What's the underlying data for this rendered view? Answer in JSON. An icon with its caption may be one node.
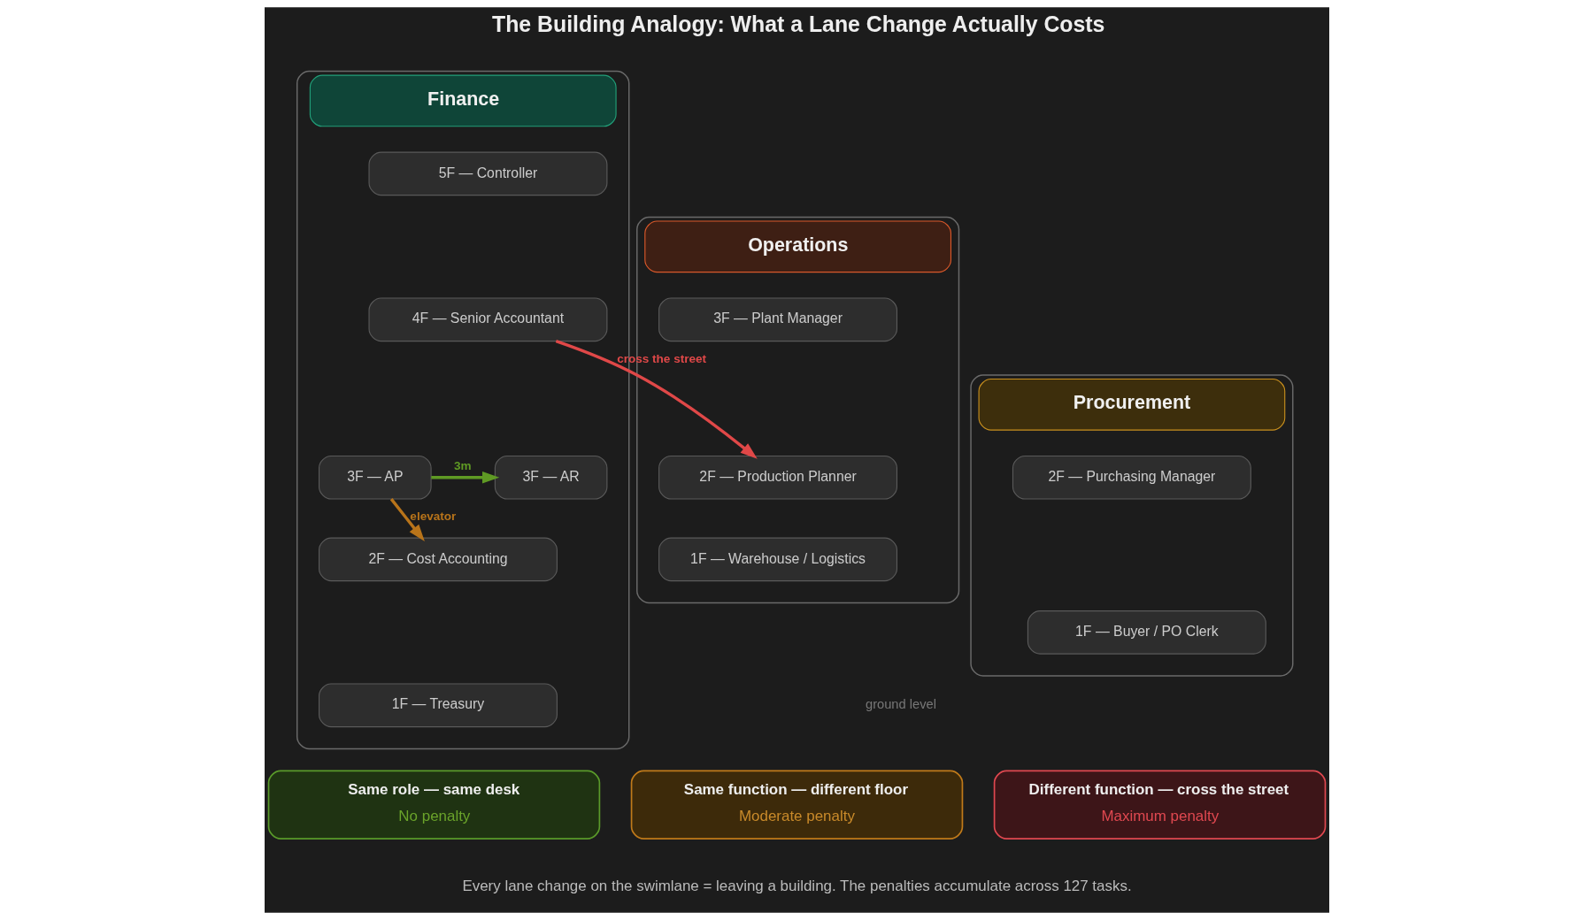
{
  "diagram": {
    "title": "The Building Analogy: What a Lane Change Actually Costs",
    "caption": "Every lane change on the swimlane = leaving a building. The penalties accumulate across 127 tasks.",
    "nodes": [
      {
        "text": [
          "Finance"
        ]
      },
      {
        "text": [
          "5F — Controller"
        ],
        "in": 0
      },
      {
        "text": [
          "4F — Senior Accountant"
        ],
        "in": 0
      },
      {
        "text": [
          "3F — AP"
        ],
        "in": 0
      },
      {
        "text": [
          "3F — AR"
        ],
        "in": 0
      },
      {
        "text": [
          "2F — Cost Accounting"
        ],
        "in": 0
      },
      {
        "text": [
          "1F — Treasury"
        ],
        "in": 0
      },
      {
        "text": [
          "Operations"
        ]
      },
      {
        "text": [
          "3F — Plant Manager"
        ],
        "in": 7
      },
      {
        "text": [
          "2F — Production Planner"
        ],
        "in": 7
      },
      {
        "text": [
          "1F — Warehouse / Logistics"
        ],
        "in": 7
      },
      {
        "text": [
          "Procurement"
        ]
      },
      {
        "text": [
          "2F — Purchasing Manager"
        ],
        "in": 11
      },
      {
        "text": [
          "1F — Buyer / PO Clerk"
        ],
        "in": 11
      },
      {
        "text": [
          "Same role — same desk",
          "No penalty"
        ]
      },
      {
        "text": [
          "Same function — different floor",
          "Moderate penalty"
        ]
      },
      {
        "text": [
          "Different function — cross the street",
          "Maximum penalty"
        ]
      }
    ],
    "edges": [
      {
        "from": 3,
        "to": 4,
        "arrow": "to",
        "label": "3m",
        "color": "#5f9a24"
      },
      {
        "from": 3,
        "to": 5,
        "arrow": "to",
        "label": "elevator",
        "color": "#b8741a"
      },
      {
        "from": 2,
        "to": 9,
        "arrow": "to",
        "label": "cross the street",
        "color": "#e04848"
      }
    ],
    "labels": [
      "ground level"
    ]
  }
}
